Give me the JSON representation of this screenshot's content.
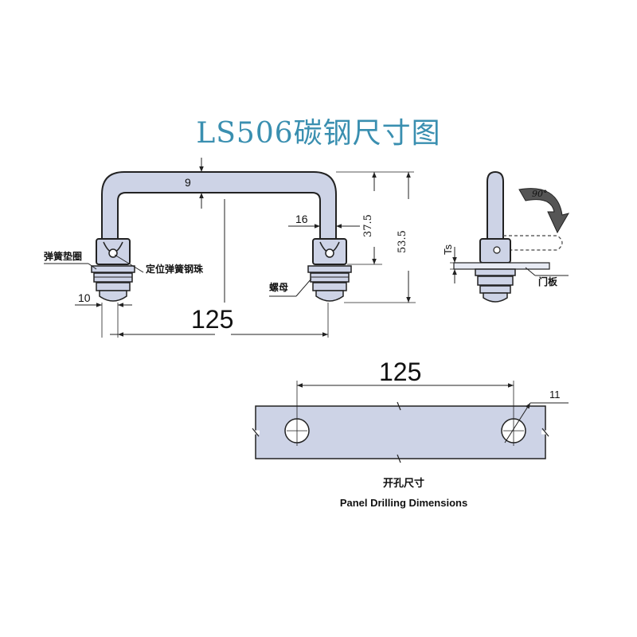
{
  "title": "LS506碳钢尺寸图",
  "front_view": {
    "dim_thickness": "9",
    "dim_bend": "16",
    "dim_height_inner": "37.5",
    "dim_height_total": "53.5",
    "dim_foot": "10",
    "dim_width": "125",
    "label_washer": "弹簧垫圈",
    "label_spring_ball": "定位弹簧钢珠",
    "label_nut": "螺母"
  },
  "side_view": {
    "angle": "90°",
    "thickness": "Ts",
    "label_door_panel": "门板"
  },
  "panel_drilling": {
    "hole_spacing": "125",
    "hole_diameter": "11",
    "caption_cn": "开孔尺寸",
    "caption_en": "Panel Drilling Dimensions"
  },
  "colors": {
    "title": "#3a8fb0",
    "part_fill": "#cdd3e6",
    "line": "#222222"
  }
}
